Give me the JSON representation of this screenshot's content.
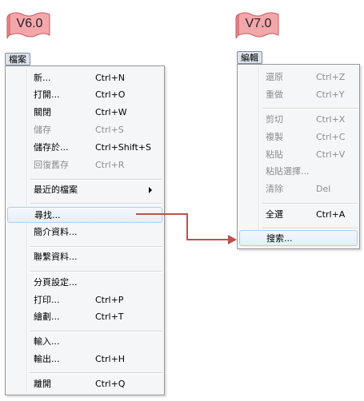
{
  "banners": {
    "v6": "V6.0",
    "v7": "V7.0"
  },
  "colors": {
    "banner_fill": "#f4a7aa",
    "banner_stroke": "#c85a5e",
    "arrow": "#c0504d"
  },
  "v6": {
    "menu_button": "檔案",
    "items": [
      {
        "label": "新...",
        "shortcut": "Ctrl+N"
      },
      {
        "label": "打開...",
        "shortcut": "Ctrl+O"
      },
      {
        "label": "關閉",
        "shortcut": "Ctrl+W"
      },
      {
        "label": "儲存",
        "shortcut": "Ctrl+S",
        "disabled": true
      },
      {
        "label": "儲存於...",
        "shortcut": "Ctrl+Shift+S"
      },
      {
        "label": "回復舊存",
        "shortcut": "Ctrl+R",
        "disabled": true
      },
      {
        "label": "最近的檔案",
        "shortcut": "",
        "submenu": true
      },
      {
        "label": "尋找...",
        "shortcut": ""
      },
      {
        "label": "簡介資料...",
        "shortcut": ""
      },
      {
        "label": "聯繫資料...",
        "shortcut": ""
      },
      {
        "label": "分頁設定...",
        "shortcut": ""
      },
      {
        "label": "打印...",
        "shortcut": "Ctrl+P"
      },
      {
        "label": "繪劃...",
        "shortcut": "Ctrl+T"
      },
      {
        "label": "輸入...",
        "shortcut": ""
      },
      {
        "label": "輸出...",
        "shortcut": "Ctrl+H"
      },
      {
        "label": "離開",
        "shortcut": "Ctrl+Q"
      }
    ]
  },
  "v7": {
    "menu_button": "編輯",
    "items": [
      {
        "label": "還原",
        "shortcut": "Ctrl+Z",
        "disabled": true
      },
      {
        "label": "重做",
        "shortcut": "Ctrl+Y",
        "disabled": true
      },
      {
        "label": "剪切",
        "shortcut": "Ctrl+X",
        "disabled": true
      },
      {
        "label": "複製",
        "shortcut": "Ctrl+C",
        "disabled": true
      },
      {
        "label": "粘貼",
        "shortcut": "Ctrl+V",
        "disabled": true
      },
      {
        "label": "粘貼選擇...",
        "shortcut": "",
        "disabled": true
      },
      {
        "label": "清除",
        "shortcut": "Del",
        "disabled": true
      },
      {
        "label": "全選",
        "shortcut": "Ctrl+A"
      },
      {
        "label": "搜索...",
        "shortcut": ""
      }
    ]
  }
}
